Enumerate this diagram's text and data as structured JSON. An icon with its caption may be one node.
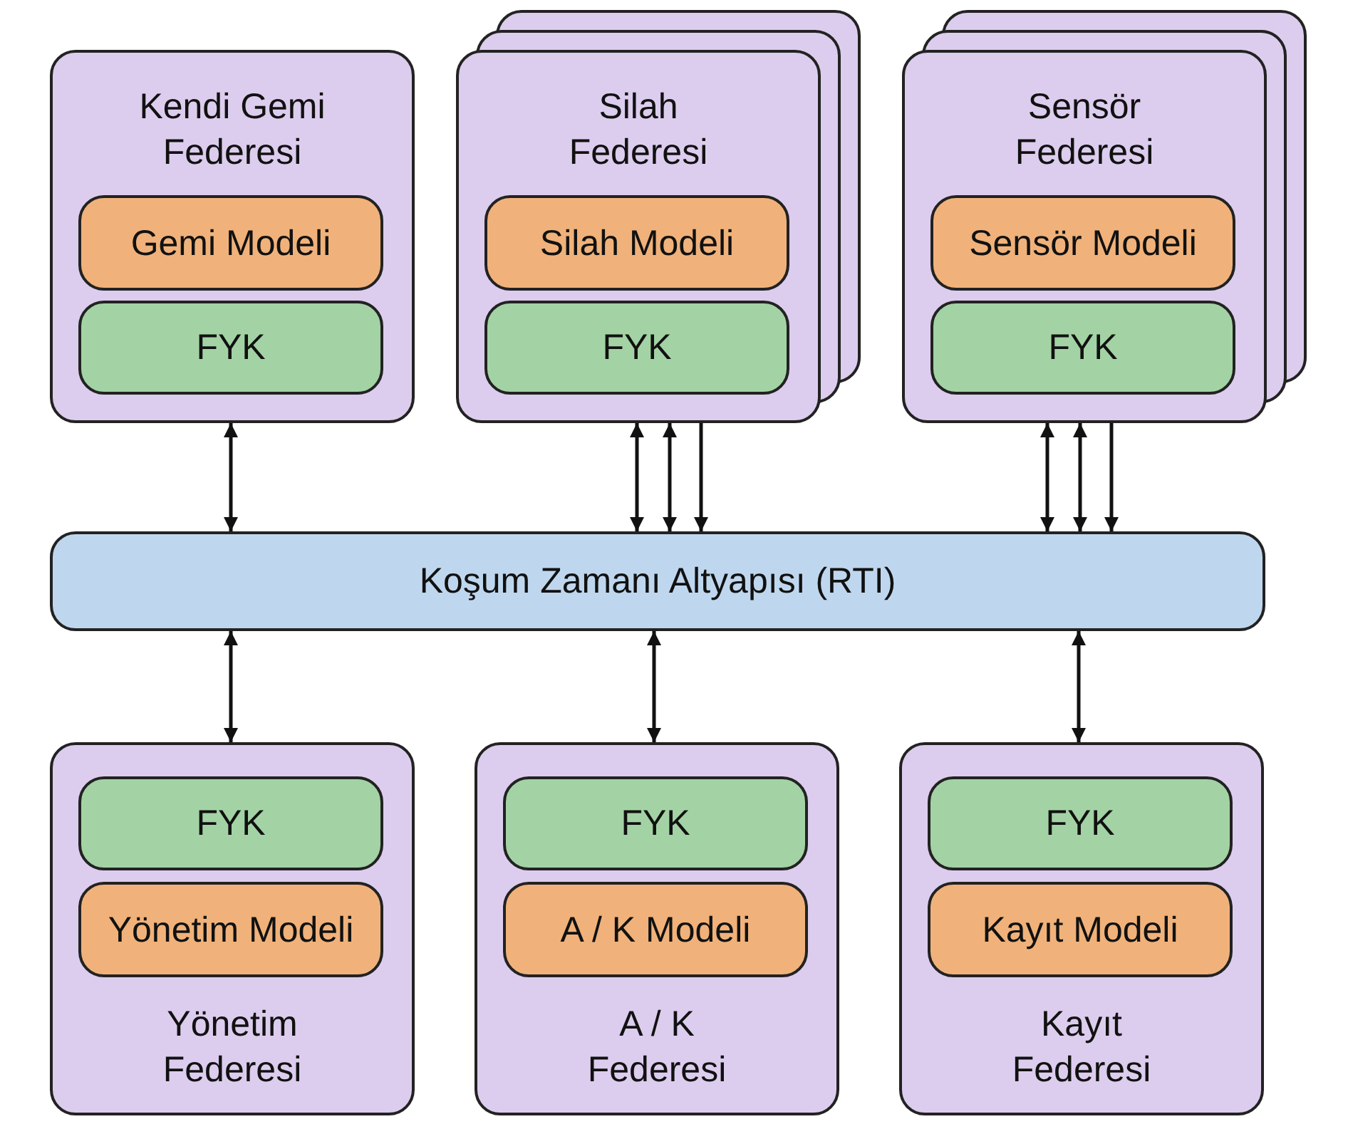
{
  "diagram": {
    "nodes": [
      {
        "text": [
          "Kendi Gemi Federesi"
        ]
      },
      {
        "text": [
          "Gemi Modeli"
        ],
        "in": 0
      },
      {
        "text": [
          "FYK"
        ],
        "in": 0
      },
      {
        "text": [
          "Silah Federesi"
        ]
      },
      {
        "text": [
          "Silah Modeli"
        ],
        "in": 3
      },
      {
        "text": [
          "FYK"
        ],
        "in": 3
      },
      {
        "text": [
          "Sensör Federesi"
        ]
      },
      {
        "text": [
          "Sensör Modeli"
        ],
        "in": 6
      },
      {
        "text": [
          "FYK"
        ],
        "in": 6
      },
      {
        "text": [
          "Koşum Zamanı Altyapısı (RTI)"
        ]
      },
      {
        "text": [
          "Yönetim Federesi"
        ]
      },
      {
        "text": [
          "FYK"
        ],
        "in": 10
      },
      {
        "text": [
          "Yönetim Modeli"
        ],
        "in": 10
      },
      {
        "text": [
          "A / K Federesi"
        ]
      },
      {
        "text": [
          "FYK"
        ],
        "in": 13
      },
      {
        "text": [
          "A / K Modeli"
        ],
        "in": 13
      },
      {
        "text": [
          "Kayıt Federesi"
        ]
      },
      {
        "text": [
          "FYK"
        ],
        "in": 16
      },
      {
        "text": [
          "Kayıt Modeli"
        ],
        "in": 16
      }
    ],
    "edges": [
      {
        "from": 0,
        "to": 9,
        "arrow": "both"
      },
      {
        "from": 3,
        "to": 9,
        "arrow": "both"
      },
      {
        "from": 3,
        "to": 9,
        "arrow": "both"
      },
      {
        "from": 3,
        "to": 9,
        "arrow": "to"
      },
      {
        "from": 6,
        "to": 9,
        "arrow": "both"
      },
      {
        "from": 6,
        "to": 9,
        "arrow": "both"
      },
      {
        "from": 6,
        "to": 9,
        "arrow": "to"
      },
      {
        "from": 9,
        "to": 10,
        "arrow": "both"
      },
      {
        "from": 9,
        "to": 13,
        "arrow": "both"
      },
      {
        "from": 9,
        "to": 16,
        "arrow": "both"
      }
    ]
  }
}
